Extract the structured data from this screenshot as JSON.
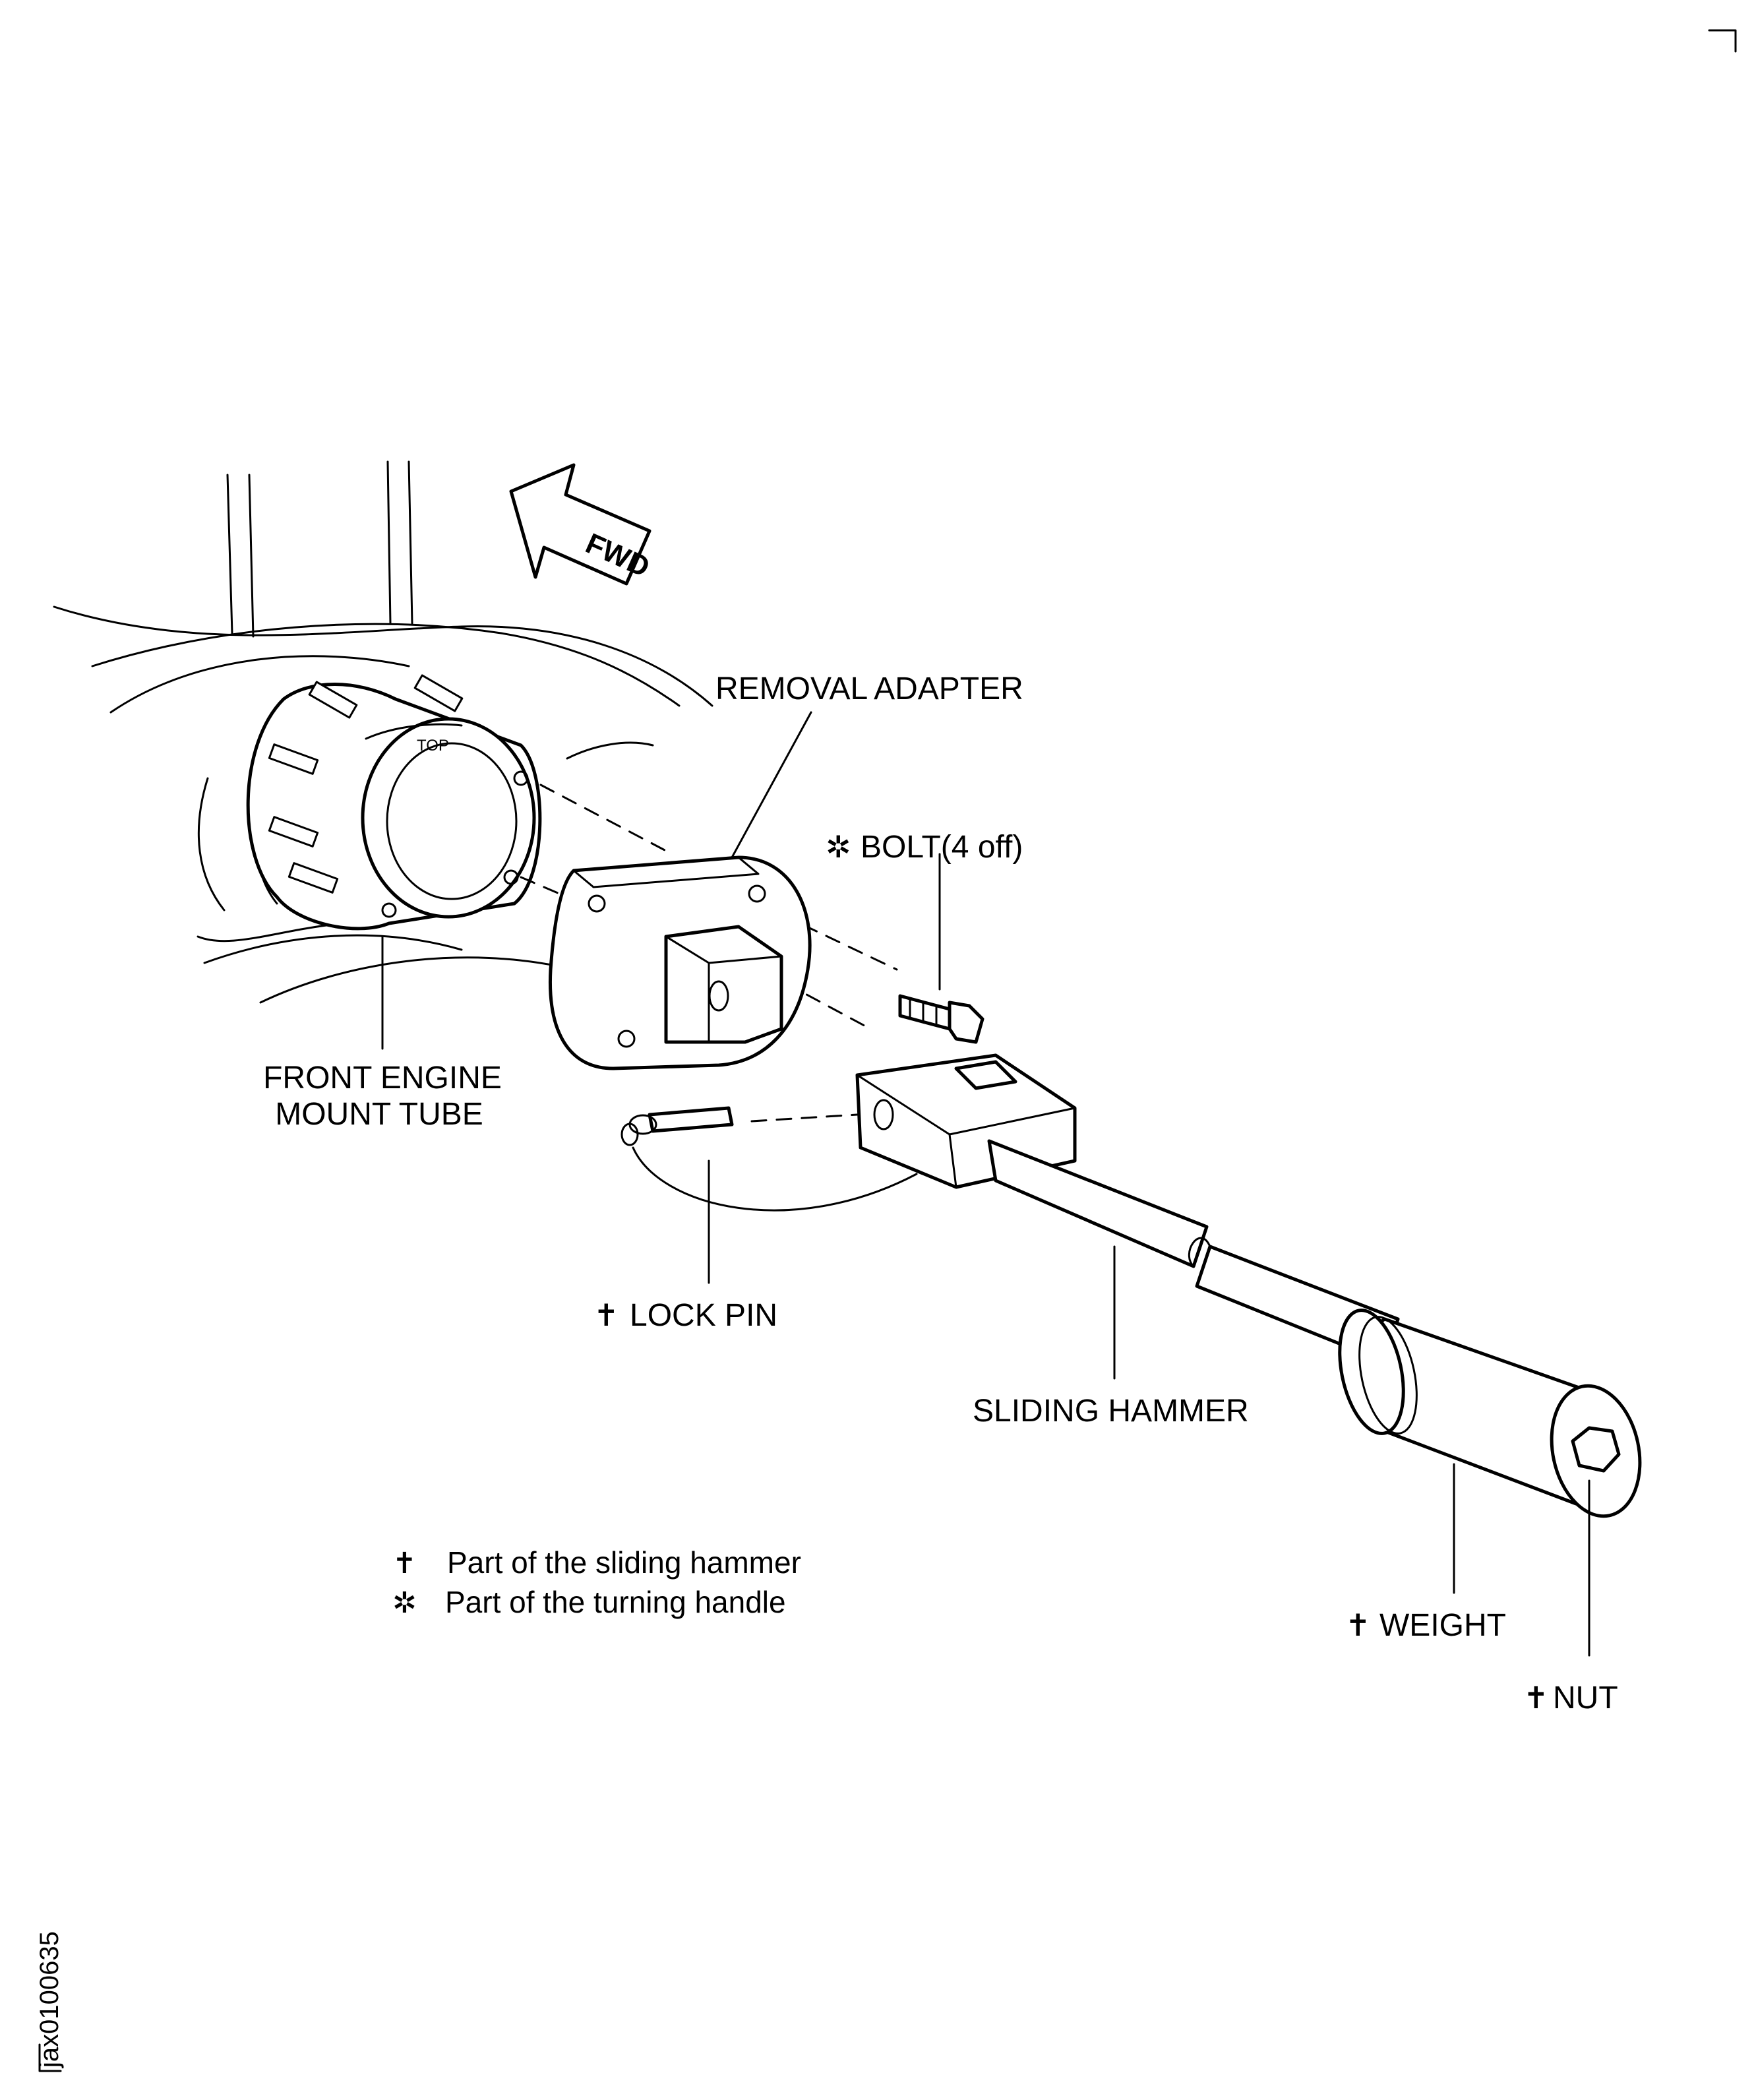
{
  "labels": {
    "removal_adapter": "REMOVAL ADAPTER",
    "bolt": "BOLT(4 off)",
    "front_engine_mount_tube_line1": "FRONT ENGINE",
    "front_engine_mount_tube_line2": "MOUNT TUBE",
    "lock_pin": "LOCK PIN",
    "sliding_hammer": "SLIDING HAMMER",
    "weight": "WEIGHT",
    "nut": "NUT",
    "fwd": "FWD",
    "top": "TOP"
  },
  "legend": {
    "cross_text": "Part of the sliding hammer",
    "asterisk_text": "Part of the turning handle"
  },
  "symbols": {
    "cross": "✝",
    "asterisk": "✲"
  },
  "figure_id": "jax0100635"
}
